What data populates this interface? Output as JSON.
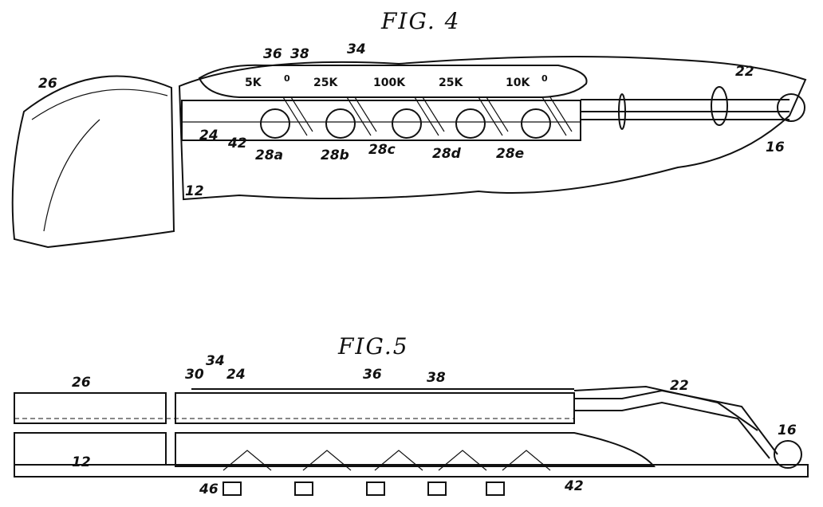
{
  "fig4": {
    "title": "FIG. 4",
    "refs": {
      "r26": "26",
      "r36": "36",
      "r38": "38",
      "r34": "34",
      "r22": "22",
      "r24": "24",
      "r42": "42",
      "r28a": "28a",
      "r28b": "28b",
      "r28c": "28c",
      "r28d": "28d",
      "r28e": "28e",
      "r16": "16",
      "r12": "12"
    },
    "scale": [
      "5K",
      "0",
      "25K",
      "100K",
      "25K",
      "10K",
      "0"
    ]
  },
  "fig5": {
    "title": "FIG.5",
    "refs": {
      "r30": "30",
      "r34": "34",
      "r24": "24",
      "r26": "26",
      "r36": "36",
      "r38": "38",
      "r22": "22",
      "r16": "16",
      "r12": "12",
      "r46": "46",
      "r42": "42"
    }
  }
}
